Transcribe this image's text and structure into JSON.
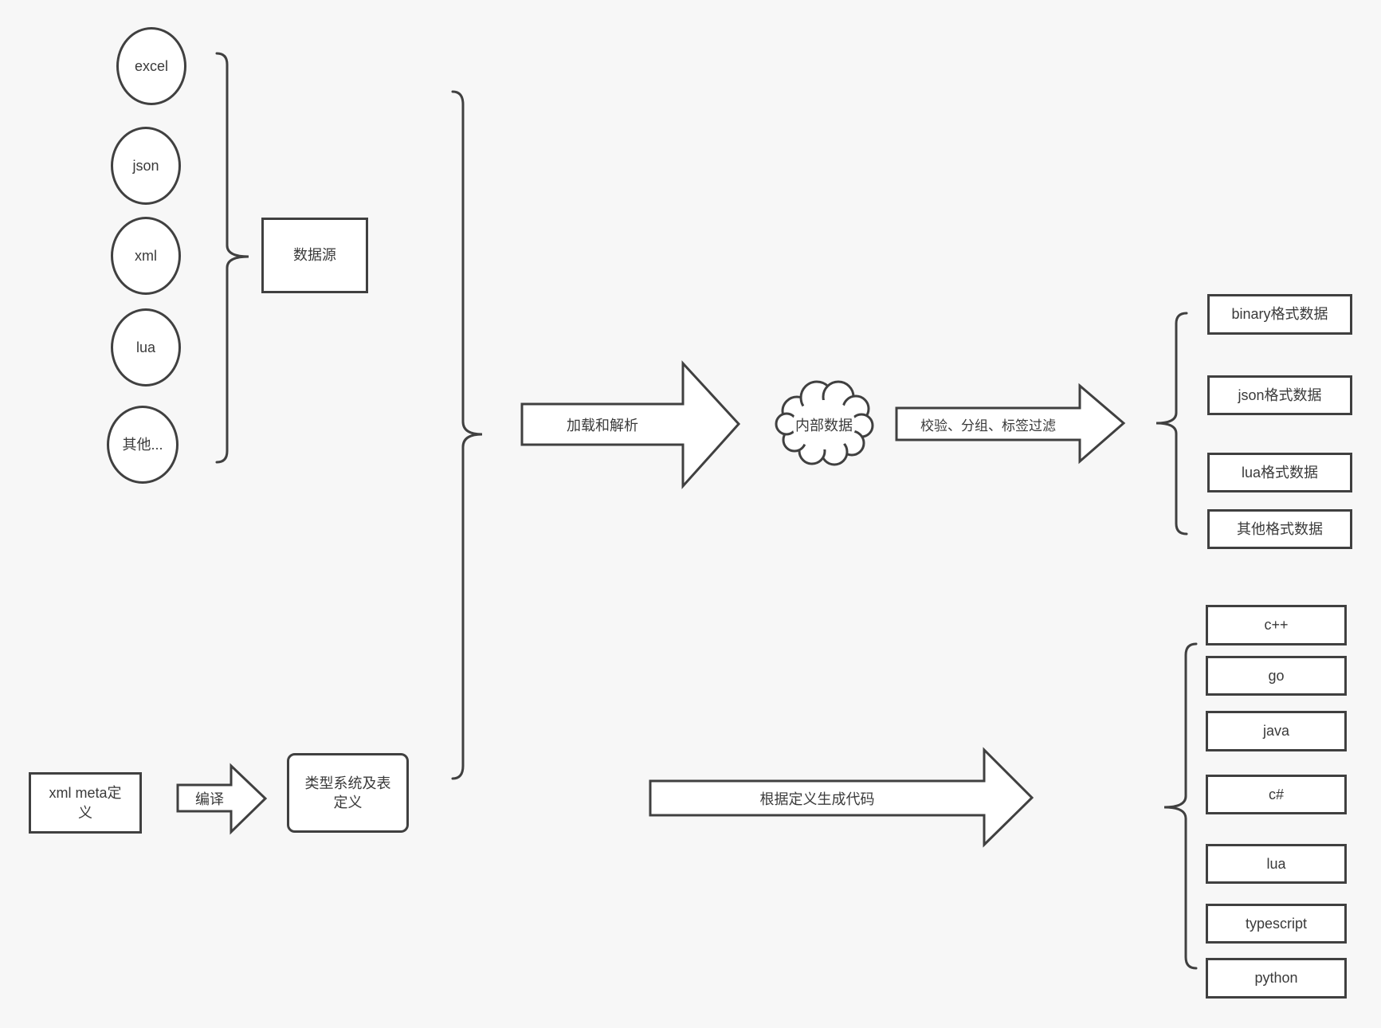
{
  "colors": {
    "background": "#f7f7f7",
    "stroke": "#404040",
    "node_fill": "#ffffff",
    "text": "#3a3a3a"
  },
  "data_sources": {
    "label": "数据源",
    "items": [
      "excel",
      "json",
      "xml",
      "lua",
      "其他..."
    ]
  },
  "pipeline": {
    "load_parse_label": "加载和解析",
    "internal_data_label": "内部数据",
    "filter_label": "校验、分组、标签过滤",
    "codegen_label": "根据定义生成代码"
  },
  "definitions": {
    "meta_label": "xml meta定义",
    "compile_label": "编译",
    "type_system_label": "类型系统及表定义"
  },
  "outputs": {
    "formats": [
      "binary格式数据",
      "json格式数据",
      "lua格式数据",
      "其他格式数据"
    ],
    "languages": [
      "c++",
      "go",
      "java",
      "c#",
      "lua",
      "typescript",
      "python"
    ]
  }
}
